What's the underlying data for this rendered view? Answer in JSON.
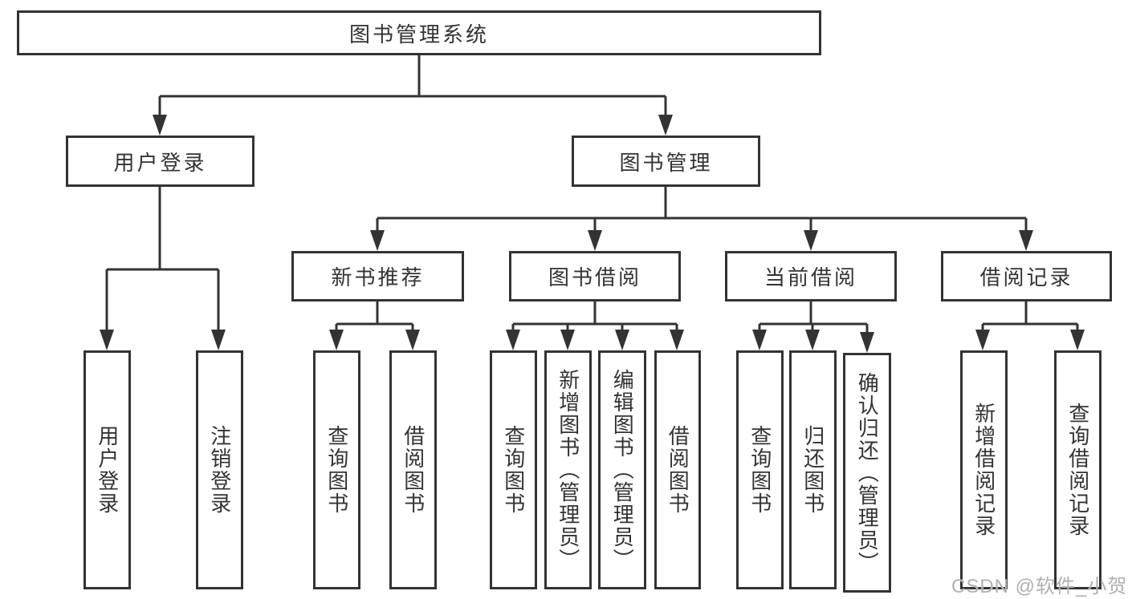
{
  "diagram": {
    "title": "图书管理系统",
    "tree": {
      "root": {
        "label": "图书管理系统",
        "children": [
          {
            "label": "用户登录",
            "children": [
              {
                "label": "用户登录"
              },
              {
                "label": "注销登录"
              }
            ]
          },
          {
            "label": "图书管理",
            "children": [
              {
                "label": "新书推荐",
                "children": [
                  {
                    "label": "查询图书"
                  },
                  {
                    "label": "借阅图书"
                  }
                ]
              },
              {
                "label": "图书借阅",
                "children": [
                  {
                    "label": "查询图书"
                  },
                  {
                    "label": "新增图书（管理员）"
                  },
                  {
                    "label": "编辑图书（管理员）"
                  },
                  {
                    "label": "借阅图书"
                  }
                ]
              },
              {
                "label": "当前借阅",
                "children": [
                  {
                    "label": "查询图书"
                  },
                  {
                    "label": "归还图书"
                  },
                  {
                    "label": "确认归还（管理员）"
                  }
                ]
              },
              {
                "label": "借阅记录",
                "children": [
                  {
                    "label": "新增借阅记录"
                  },
                  {
                    "label": "查询借阅记录"
                  }
                ]
              }
            ]
          }
        ]
      }
    },
    "colors": {
      "line": "#333333",
      "text": "#333333",
      "box_background": "#ffffff",
      "page_background": "#ffffff",
      "watermark": "#b0b0b0"
    }
  },
  "watermark": {
    "text": "CSDN @软件_小贺同学"
  }
}
